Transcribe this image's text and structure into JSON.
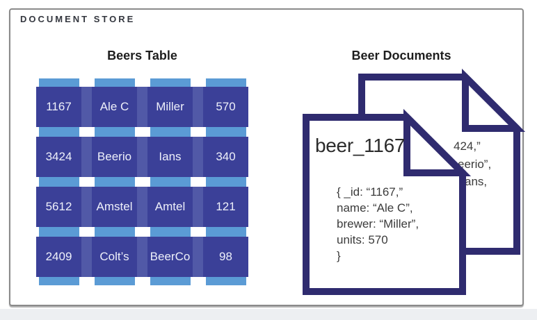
{
  "header": {
    "title": "DOCUMENT STORE"
  },
  "table_section": {
    "heading": "Beers Table",
    "rows": [
      [
        "1167",
        "Ale C",
        "Miller",
        "570"
      ],
      [
        "3424",
        "Beerio",
        "Ians",
        "340"
      ],
      [
        "5612",
        "Amstel",
        "Amtel",
        "121"
      ],
      [
        "2409",
        "Colt’s",
        "BeerCo",
        "98"
      ]
    ]
  },
  "documents_section": {
    "heading": "Beer Documents",
    "front_document": {
      "title": "beer_1167",
      "body_lines": [
        "{ _id: “1167,”",
        "name: “Ale C”,",
        "brewer: “Miller”,",
        "units: 570",
        "}"
      ]
    },
    "back_document": {
      "visible_fragments": [
        "424,”",
        "eerio”,",
        "ans,"
      ]
    }
  },
  "colors": {
    "light_blue": "#5b9bd5",
    "mid_purple": "#5159a7",
    "dark_cell": "#3b4098",
    "doc_border": "#2f2b6f",
    "frame_border": "#8a8a8a"
  }
}
